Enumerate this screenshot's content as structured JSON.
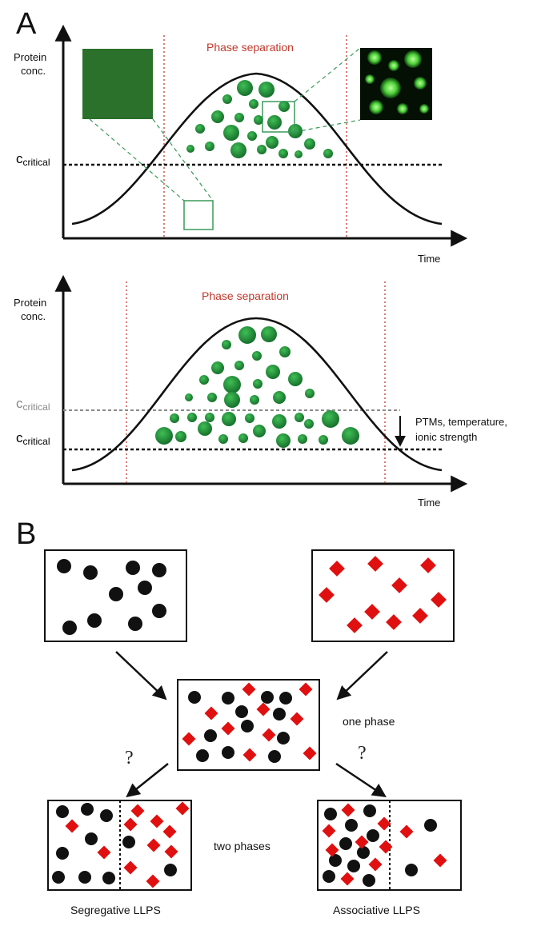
{
  "panel_a": {
    "letter": "A",
    "top_plot": {
      "ylabel_line1": "Protein",
      "ylabel_line2": "conc.",
      "xlabel": "Time",
      "phase_label": "Phase separation",
      "ccritical_main": "c",
      "ccritical_sub": "critical"
    },
    "bottom_plot": {
      "ylabel_line1": "Protein",
      "ylabel_line2": "conc.",
      "xlabel": "Time",
      "phase_label": "Phase separation",
      "ccritical_upper_main": "c",
      "ccritical_upper_sub": "critical",
      "ccritical_lower_main": "c",
      "ccritical_lower_sub": "critical",
      "shift_line1": "PTMs, temperature,",
      "shift_line2": "ionic strength"
    }
  },
  "panel_b": {
    "letter": "B",
    "one_phase_label": "one phase",
    "two_phases_label": "two phases",
    "question_mark": "?",
    "segregative_label": "Segregative LLPS",
    "associative_label": "Associative LLPS"
  },
  "colors": {
    "droplet": "#1e8a3a",
    "droplet_light": "#3fbf55",
    "phase_line": "#c0392b",
    "marker_red": "#e01010",
    "marker_black": "#111111"
  }
}
